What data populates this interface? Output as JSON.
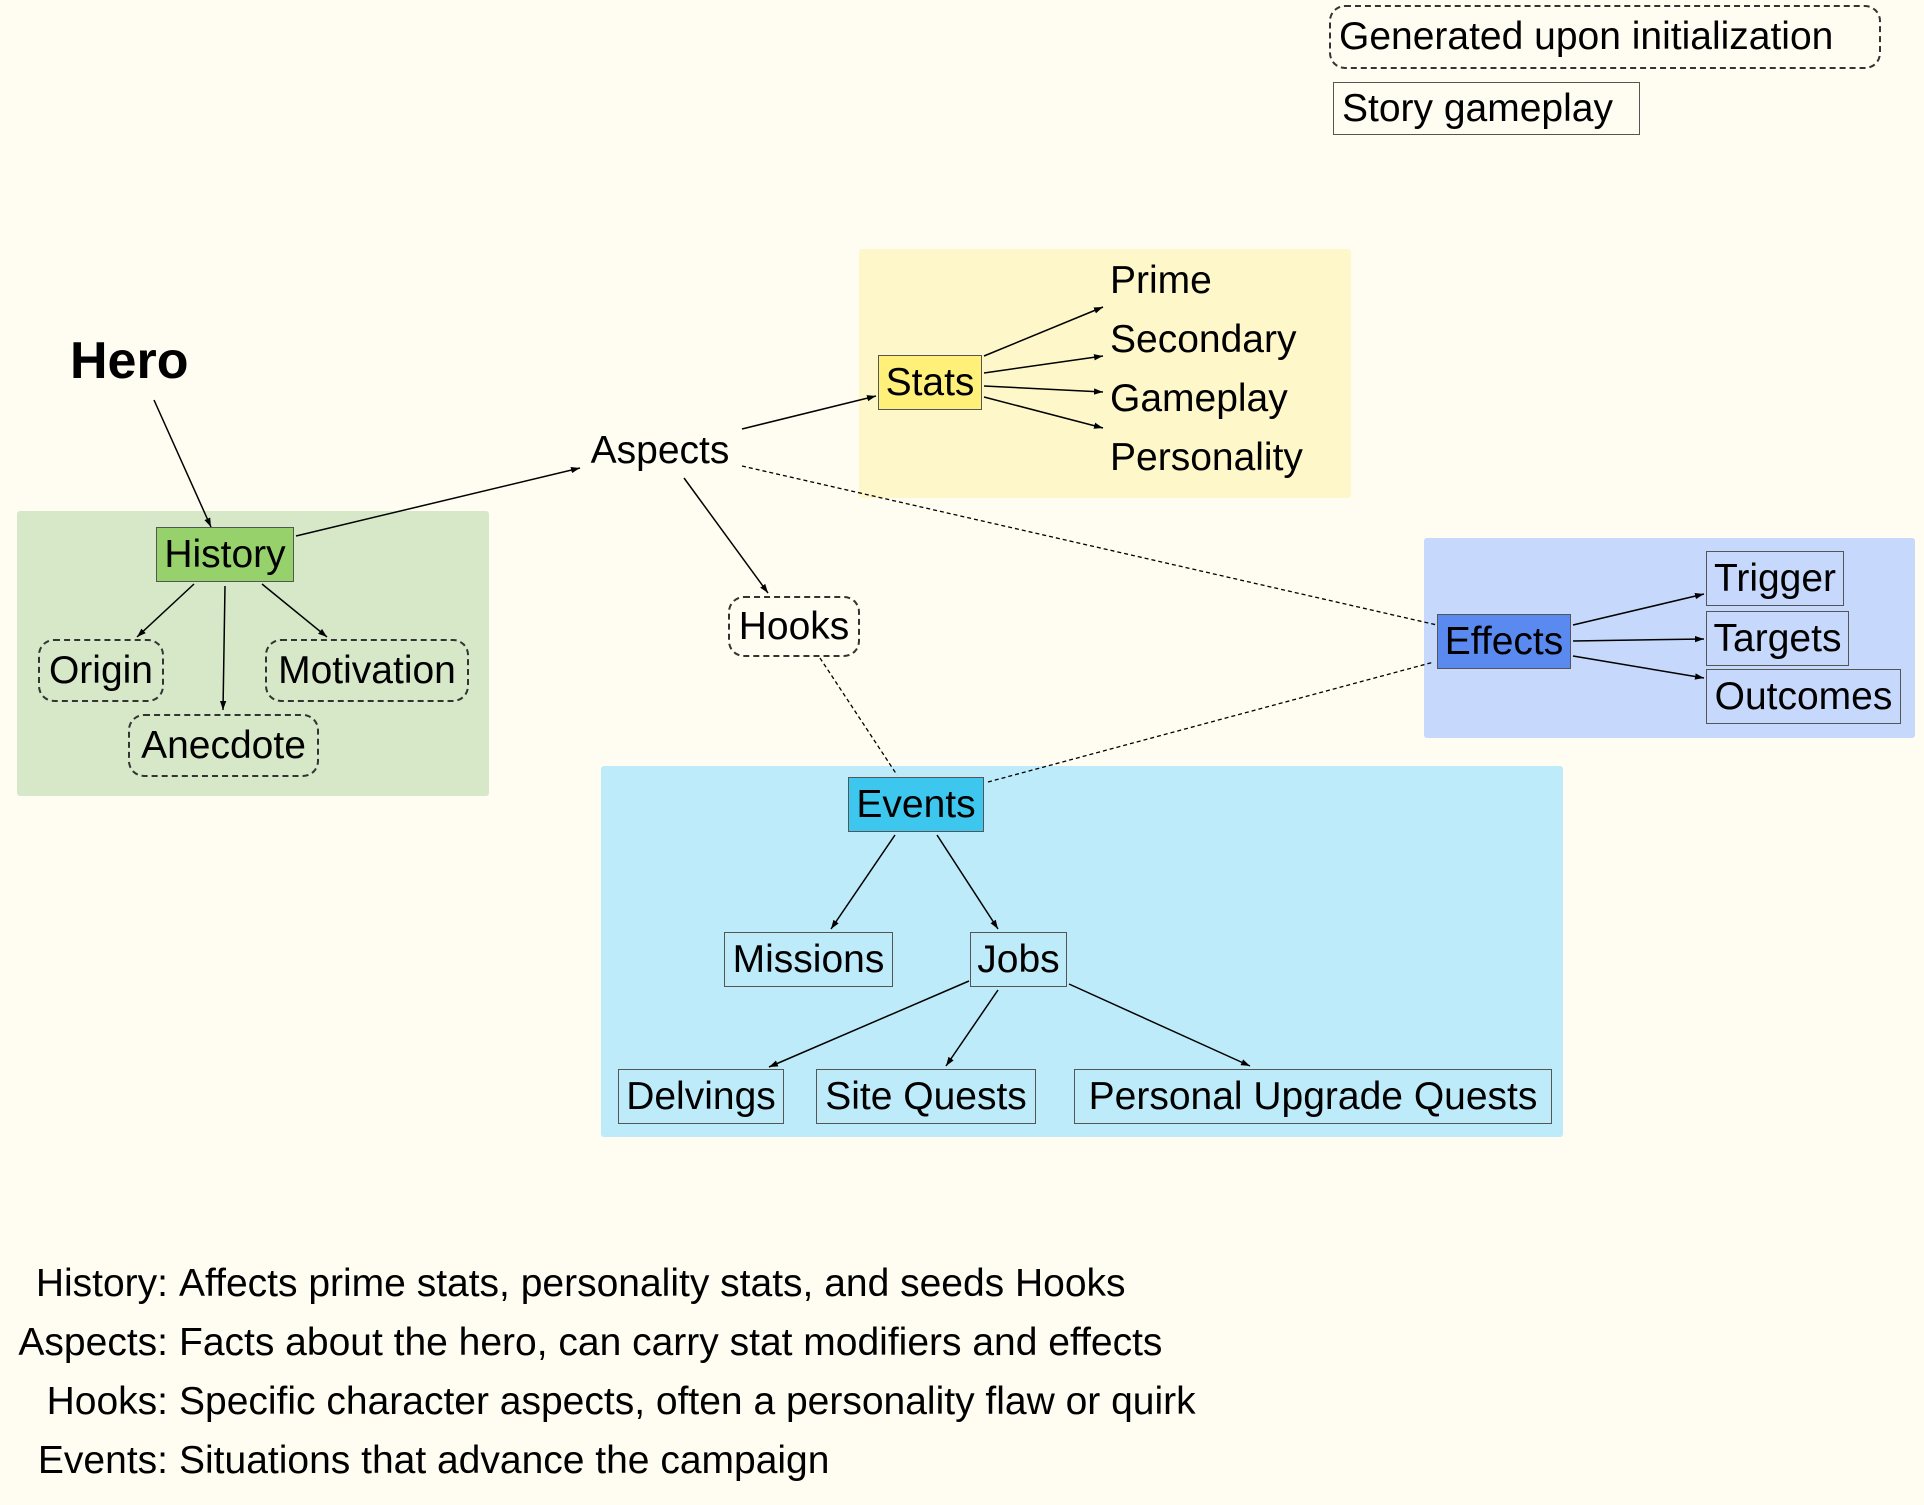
{
  "legend": {
    "generated": "Generated upon initialization",
    "story": "Story gameplay"
  },
  "nodes": {
    "hero": "Hero",
    "history": "History",
    "origin": "Origin",
    "anecdote": "Anecdote",
    "motivation": "Motivation",
    "aspects": "Aspects",
    "stats": "Stats",
    "prime": "Prime",
    "secondary": "Secondary",
    "gameplay": "Gameplay",
    "personality": "Personality",
    "hooks": "Hooks",
    "effects": "Effects",
    "trigger": "Trigger",
    "targets": "Targets",
    "outcomes": "Outcomes",
    "events": "Events",
    "missions": "Missions",
    "jobs": "Jobs",
    "delvings": "Delvings",
    "site_quests": "Site Quests",
    "personal_upgrade_quests": "Personal Upgrade Quests"
  },
  "colors": {
    "background": "#fffcf1",
    "history_region": "#d6e8c8",
    "history_node": "#96d16c",
    "stats_region": "#fdf7c9",
    "stats_node": "#fff07a",
    "effects_region": "#c6d8fb",
    "effects_node": "#5a8aef",
    "events_region": "#bdebf9",
    "events_node": "#3ec7ee"
  },
  "notes": [
    {
      "term": "History:",
      "desc": "Affects prime stats, personality stats, and seeds Hooks"
    },
    {
      "term": "Aspects:",
      "desc": "Facts about the hero, can carry stat modifiers and effects"
    },
    {
      "term": "Hooks:",
      "desc": "Specific character aspects, often a personality flaw or quirk"
    },
    {
      "term": "Events:",
      "desc": "Situations that advance the campaign"
    }
  ]
}
